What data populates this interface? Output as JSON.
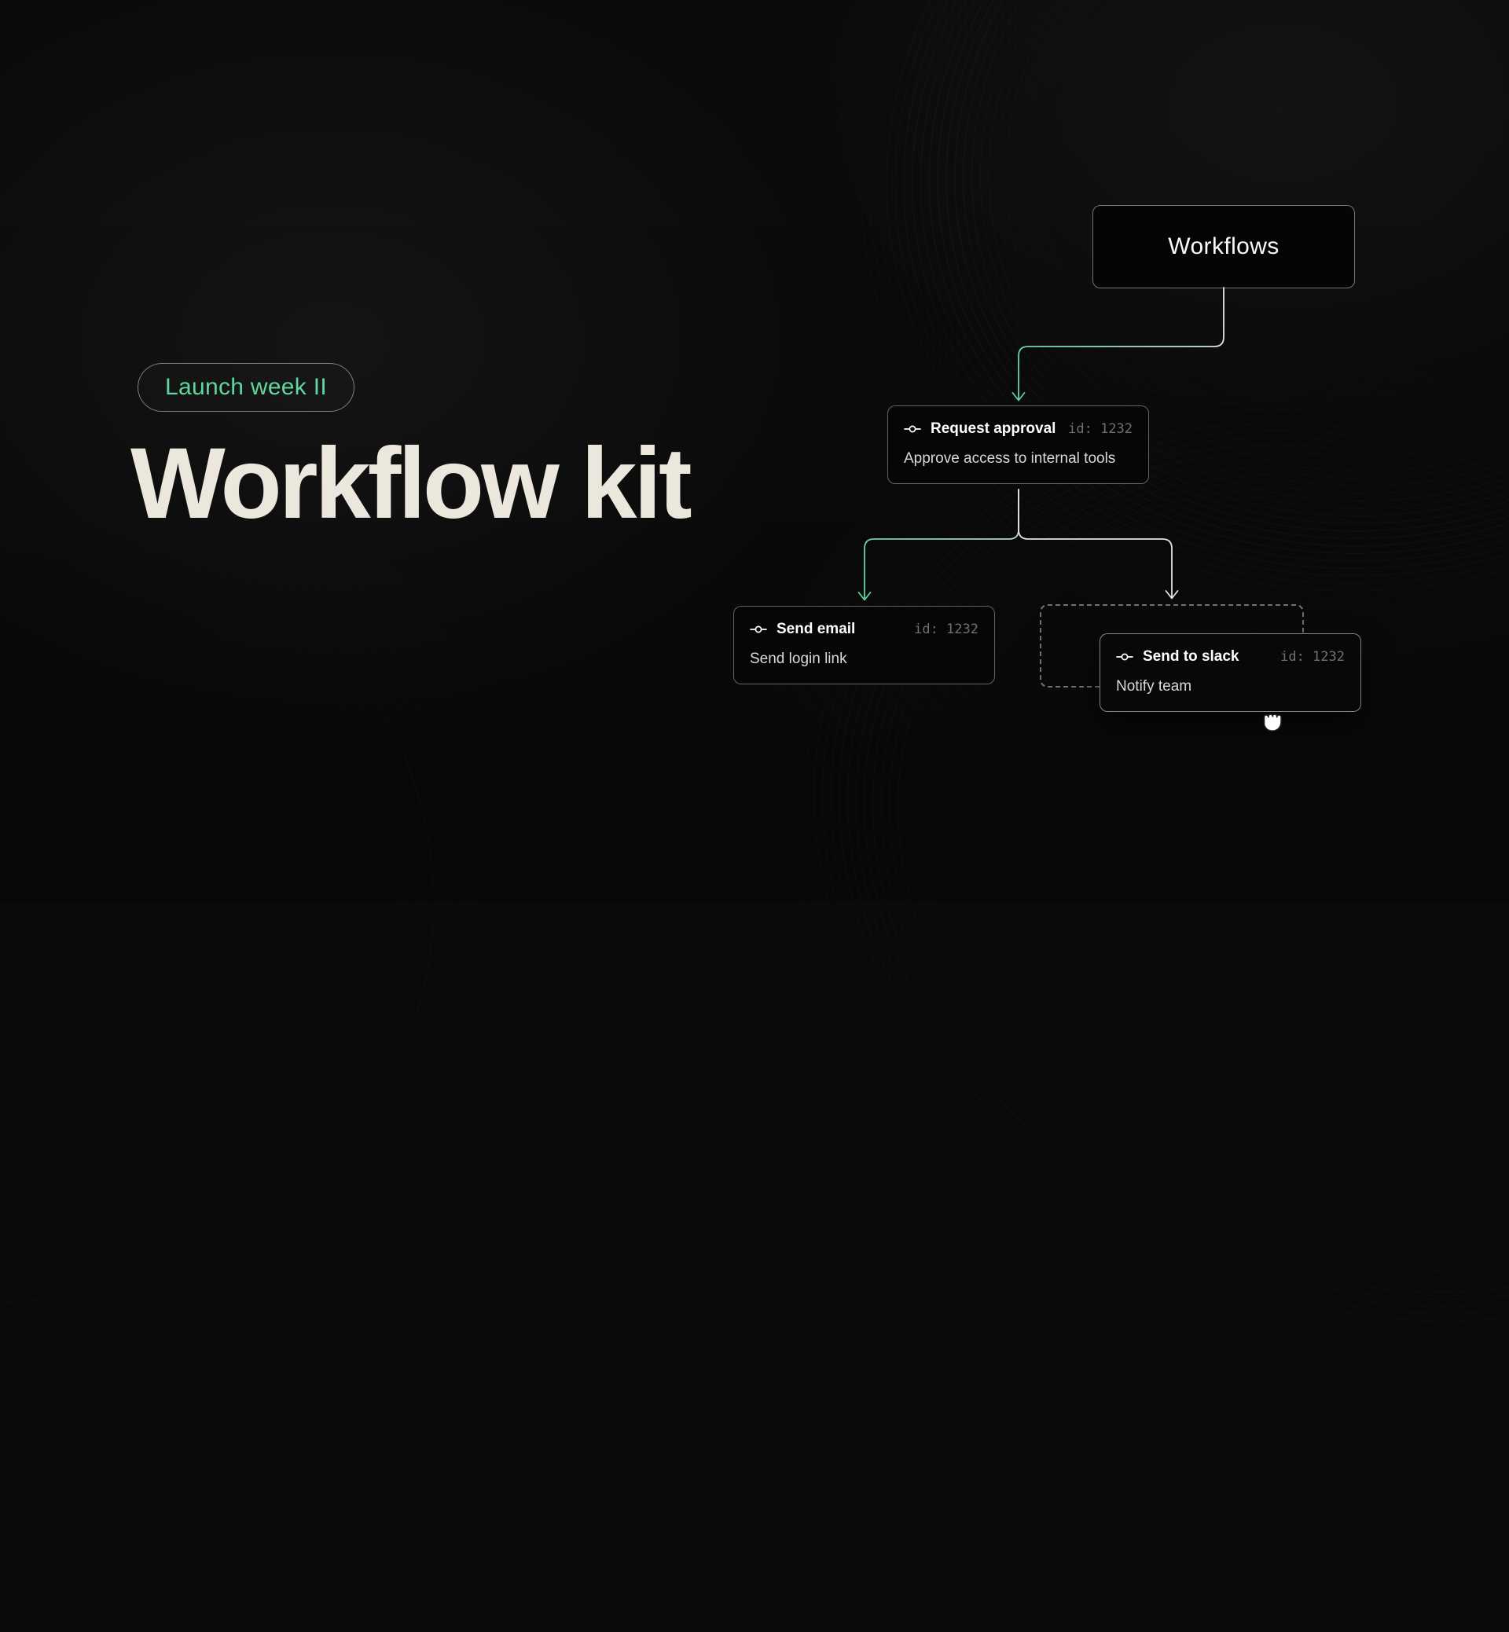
{
  "hero": {
    "badge_label": "Launch week II",
    "title": "Workflow kit"
  },
  "diagram": {
    "root_label": "Workflows",
    "nodes": {
      "approval": {
        "title": "Request approval",
        "id_label": "id: 1232",
        "subtitle": "Approve access to internal tools"
      },
      "email": {
        "title": "Send email",
        "id_label": "id: 1232",
        "subtitle": "Send login link"
      },
      "slack": {
        "title": "Send to slack",
        "id_label": "id: 1232",
        "subtitle": "Notify team"
      }
    }
  },
  "colors": {
    "accent_green": "#5fd7a0",
    "background": "#0a0a0a",
    "title_text": "#ebe7dd",
    "edge_light": "#e3e3e3"
  }
}
